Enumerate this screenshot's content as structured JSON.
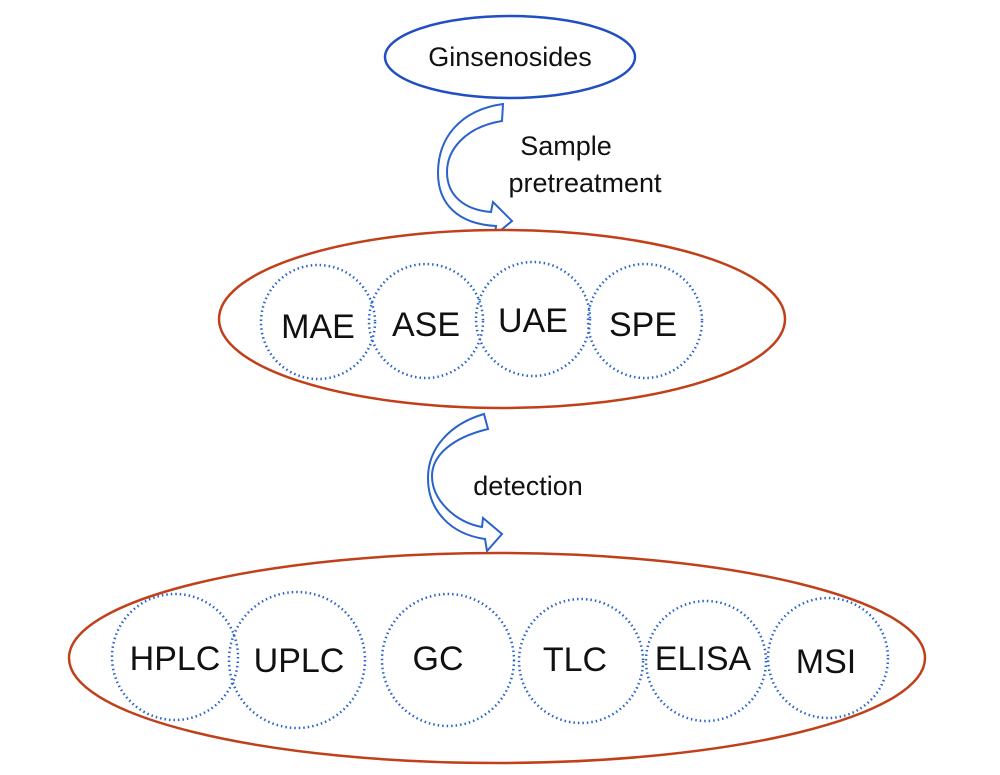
{
  "colors": {
    "root_outline": "#1f4fc1",
    "group_outline": "#c0401a",
    "circle_dots": "#2a63c9",
    "arrow_outline": "#2a63c9",
    "text": "#111111"
  },
  "root": {
    "label": "Ginsenosides"
  },
  "steps": [
    {
      "label_lines": [
        "Sample",
        "pretreatment"
      ]
    },
    {
      "label_lines": [
        "detection"
      ]
    }
  ],
  "groups": [
    {
      "name": "pretreatment-methods",
      "items": [
        "MAE",
        "ASE",
        "UAE",
        "SPE"
      ]
    },
    {
      "name": "detection-methods",
      "items": [
        "HPLC",
        "UPLC",
        "GC",
        "TLC",
        "ELISA",
        "MSI"
      ]
    }
  ]
}
